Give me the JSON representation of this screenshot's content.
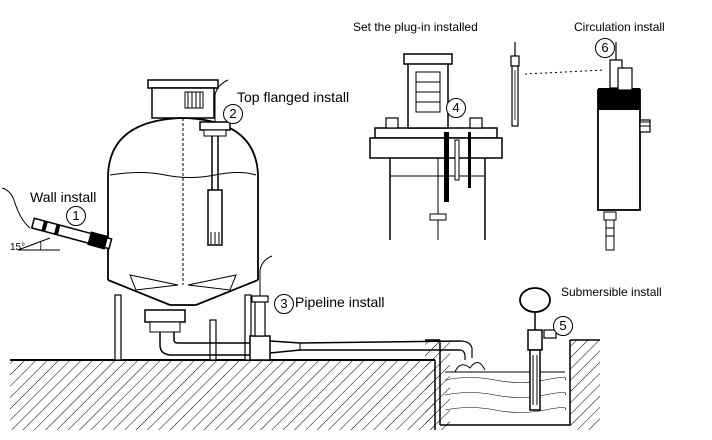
{
  "labels": {
    "plug_in": "Set the plug-in installed",
    "circulation": "Circulation install",
    "top_flanged": "Top flanged install",
    "wall": "Wall install",
    "pipeline": "Pipeline install",
    "submersible": "Submersible install",
    "angle": "15°"
  },
  "markers": {
    "one": "1",
    "two": "2",
    "three": "3",
    "four": "4",
    "five": "5",
    "six": "6"
  }
}
